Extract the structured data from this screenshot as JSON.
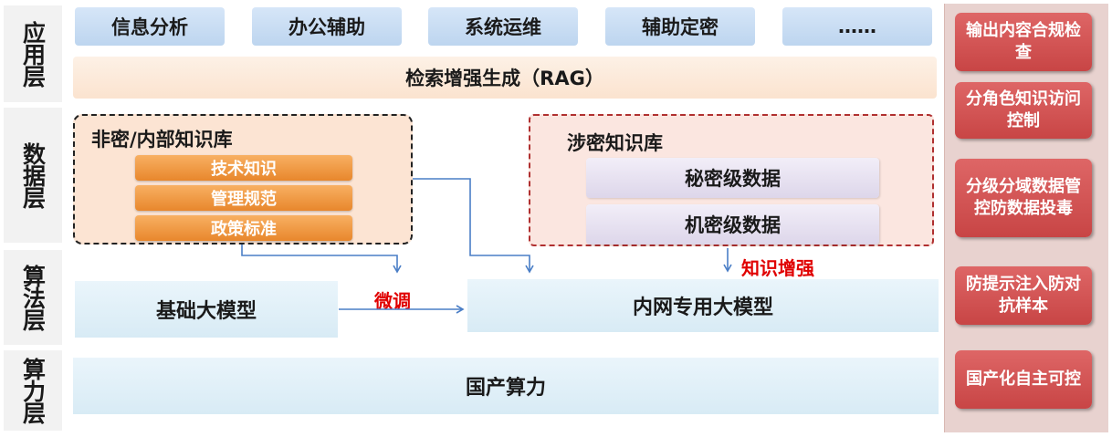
{
  "layers": {
    "application": "应用层",
    "data": "数据层",
    "algorithm": "算法层",
    "compute": "算力层"
  },
  "application_layer": {
    "apps": [
      "信息分析",
      "办公辅助",
      "系统运维",
      "辅助定密",
      "……"
    ],
    "rag": "检索增强生成（RAG）"
  },
  "data_layer": {
    "nonsecret_kb": {
      "title": "非密/内部知识库",
      "items": [
        "技术知识",
        "管理规范",
        "政策标准"
      ]
    },
    "secret_kb": {
      "title": "涉密知识库",
      "items": [
        "秘密级数据",
        "机密级数据"
      ]
    }
  },
  "algorithm_layer": {
    "base_model": "基础大模型",
    "intranet_model": "内网专用大模型",
    "finetune_label": "微调",
    "knowledge_enhance_label": "知识增强"
  },
  "compute_layer": {
    "compute": "国产算力"
  },
  "security": {
    "items": [
      "输出内容合规检查",
      "分角色知识访问控制",
      "分级分域数据管控防数据投毒",
      "防提示注入防对抗样本",
      "国产化自主可控"
    ]
  },
  "colors": {
    "arrow": "#4a7ec6",
    "accent_red": "#e00000",
    "security_red": "#cf4d4d",
    "orange": "#ee8f34"
  }
}
